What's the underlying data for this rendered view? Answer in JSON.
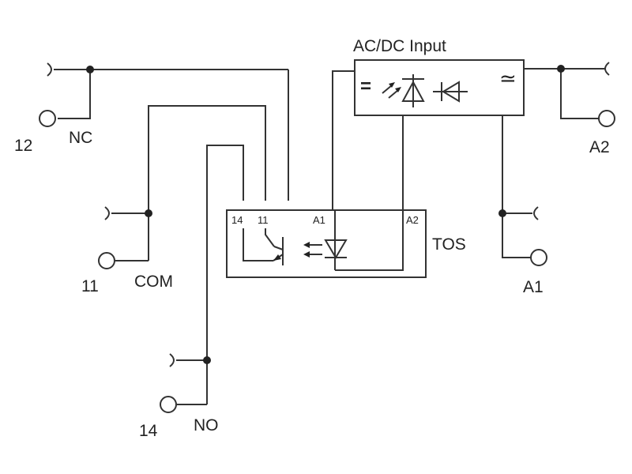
{
  "input_block": {
    "title": "AC/DC Input",
    "dc_symbol": "=",
    "ac_symbol": "≃"
  },
  "relay_block": {
    "label": "TOS",
    "pins": {
      "p14": "14",
      "p11": "11",
      "a1": "A1",
      "a2": "A2"
    }
  },
  "terminals": {
    "nc": {
      "number": "12",
      "name": "NC"
    },
    "com": {
      "number": "11",
      "name": "COM"
    },
    "no": {
      "number": "14",
      "name": "NO"
    },
    "a2": {
      "name": "A2"
    },
    "a1": {
      "name": "A1"
    }
  }
}
